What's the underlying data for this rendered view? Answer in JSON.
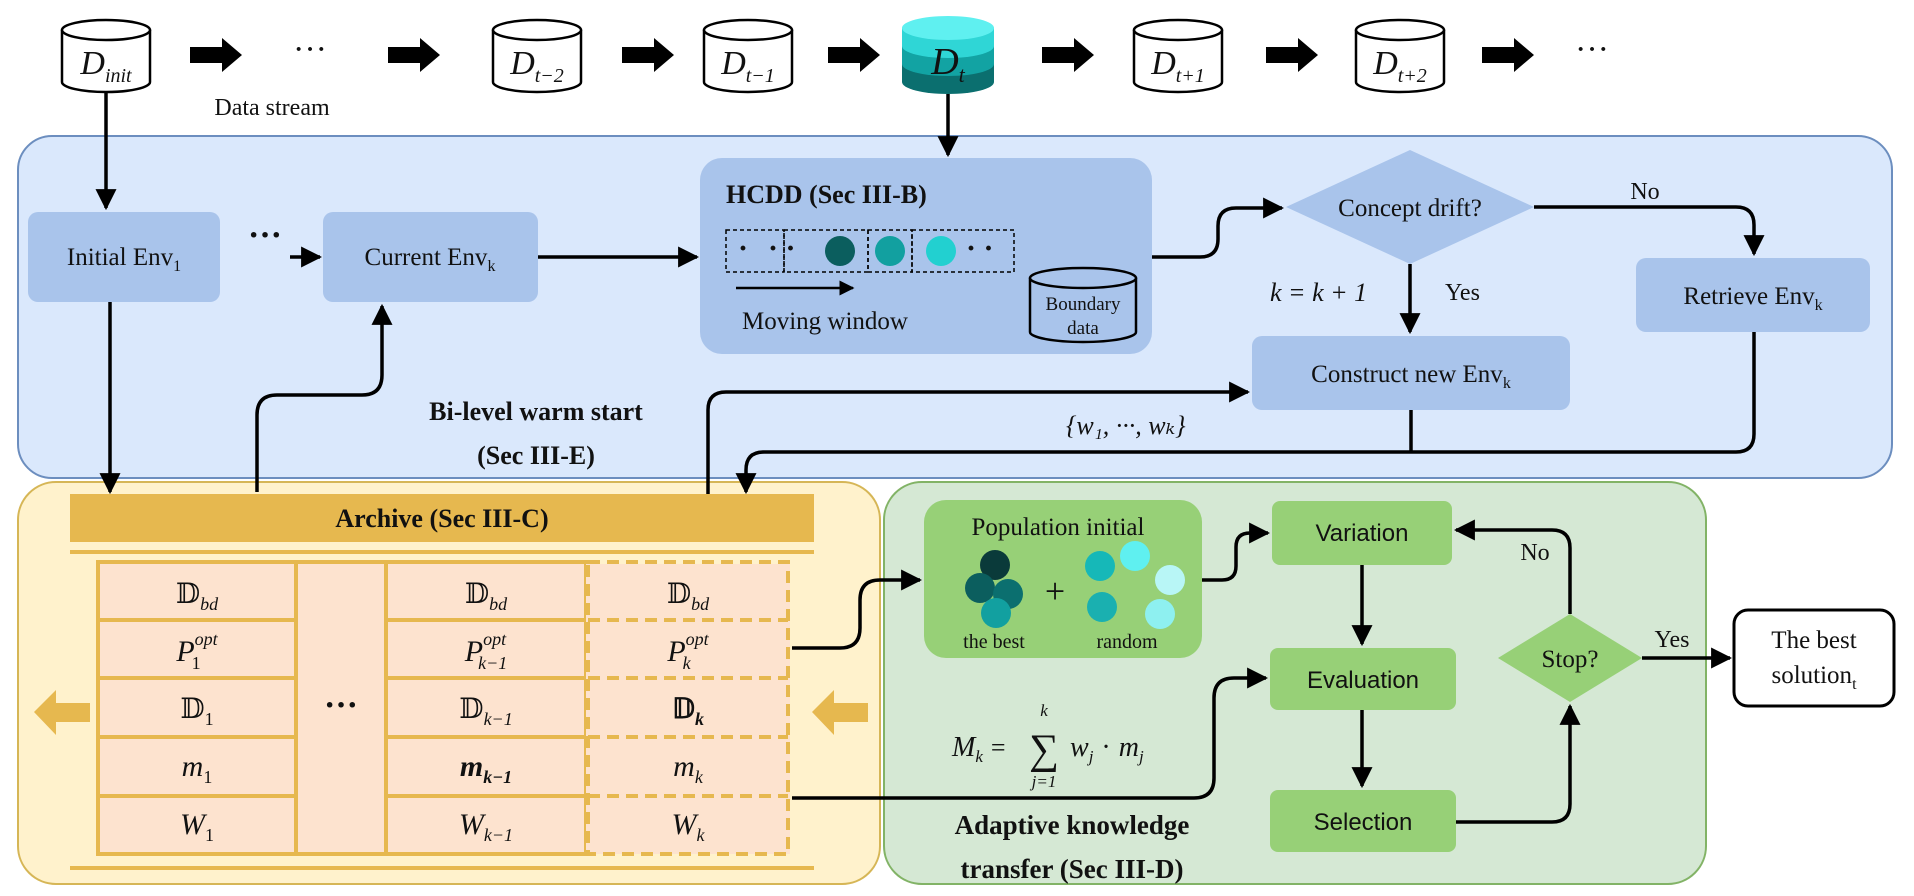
{
  "colors": {
    "top_region_fill": "#dae8fc",
    "top_region_stroke": "#6c8ebf",
    "env_box_fill": "#a9c4eb",
    "archive_fill": "#fff2cc",
    "archive_stroke": "#d6b656",
    "archive_gold": "#e6b84f",
    "archive_cell_fill": "#fde3cf",
    "green_region_fill": "#d5e8d4",
    "green_region_stroke": "#82b366",
    "green_box_fill": "#97d077",
    "current_data_fill": "#0c8a8a",
    "blue_title": "#0a59c6",
    "green_title": "#2e8a1e",
    "brown_title": "#8a6416"
  },
  "data_stream": {
    "caption": "Data stream",
    "ellipsis": "···",
    "disks": [
      {
        "base": "D",
        "sub": "init"
      },
      {
        "base": "D",
        "sub": "t−2"
      },
      {
        "base": "D",
        "sub": "t−1"
      },
      {
        "base": "D",
        "sub": "t",
        "highlight": true
      },
      {
        "base": "D",
        "sub": "t+1"
      },
      {
        "base": "D",
        "sub": "t+2"
      }
    ]
  },
  "bilevel": {
    "title_line1": "Bi-level warm start",
    "title_line2": "(Sec III-E)"
  },
  "envs": {
    "initial": {
      "base": "Initial Env",
      "sub": "1"
    },
    "ellipsis": "···",
    "current": {
      "base": "Current Env",
      "sub": "k"
    }
  },
  "hcdd": {
    "title": "HCDD (Sec III-B)",
    "moving_window": "Moving window",
    "boundary_line1": "Boundary",
    "boundary_line2": "data"
  },
  "drift": {
    "question": "Concept drift?",
    "yes": "Yes",
    "no": "No",
    "k_update": "k = k + 1",
    "construct": {
      "base": "Construct new Env",
      "sub": "k"
    },
    "retrieve": {
      "base": "Retrieve Env",
      "sub": "k"
    },
    "weights": "{w₁, ···, wₖ}"
  },
  "archive": {
    "title": "Archive (Sec III-C)",
    "ellipsis": "···",
    "columns": [
      {
        "rows": [
          {
            "base": "𝔻",
            "sub": "bd"
          },
          {
            "base": "P",
            "sub": "1",
            "sup": "opt"
          },
          {
            "base": "𝔻",
            "sub": "1"
          },
          {
            "base": "m",
            "sub": "1"
          },
          {
            "base": "W",
            "sub": "1"
          }
        ]
      },
      {
        "rows": [
          {
            "base": "𝔻",
            "sub": "bd"
          },
          {
            "base": "P",
            "sub": "k−1",
            "sup": "opt"
          },
          {
            "base": "𝔻",
            "sub": "k−1"
          },
          {
            "base": "m",
            "sub": "k−1"
          },
          {
            "base": "W",
            "sub": "k−1"
          }
        ]
      },
      {
        "rows": [
          {
            "base": "𝔻",
            "sub": "bd"
          },
          {
            "base": "P",
            "sub": "k",
            "sup": "opt"
          },
          {
            "base": "𝔻",
            "sub": "k"
          },
          {
            "base": "m",
            "sub": "k"
          },
          {
            "base": "W",
            "sub": "k"
          }
        ]
      }
    ]
  },
  "transfer": {
    "title_line1": "Adaptive knowledge",
    "title_line2": "transfer (Sec III-D)",
    "population": "Population initial",
    "plus": "+",
    "the_best": "the best",
    "random": "random",
    "variation": "Variation",
    "evaluation": "Evaluation",
    "selection": "Selection",
    "stop": "Stop?",
    "no": "No",
    "yes": "Yes",
    "formula": {
      "lhs": "M",
      "lhs_sub": "k",
      "eq": "=",
      "sum_top": "k",
      "sum_bottom": "j=1",
      "term": "w",
      "term_sub": "j",
      "dot": "·",
      "term2": "m",
      "term2_sub": "j"
    }
  },
  "output": {
    "line1": "The best",
    "line2_base": "solution",
    "line2_sub": "t"
  }
}
